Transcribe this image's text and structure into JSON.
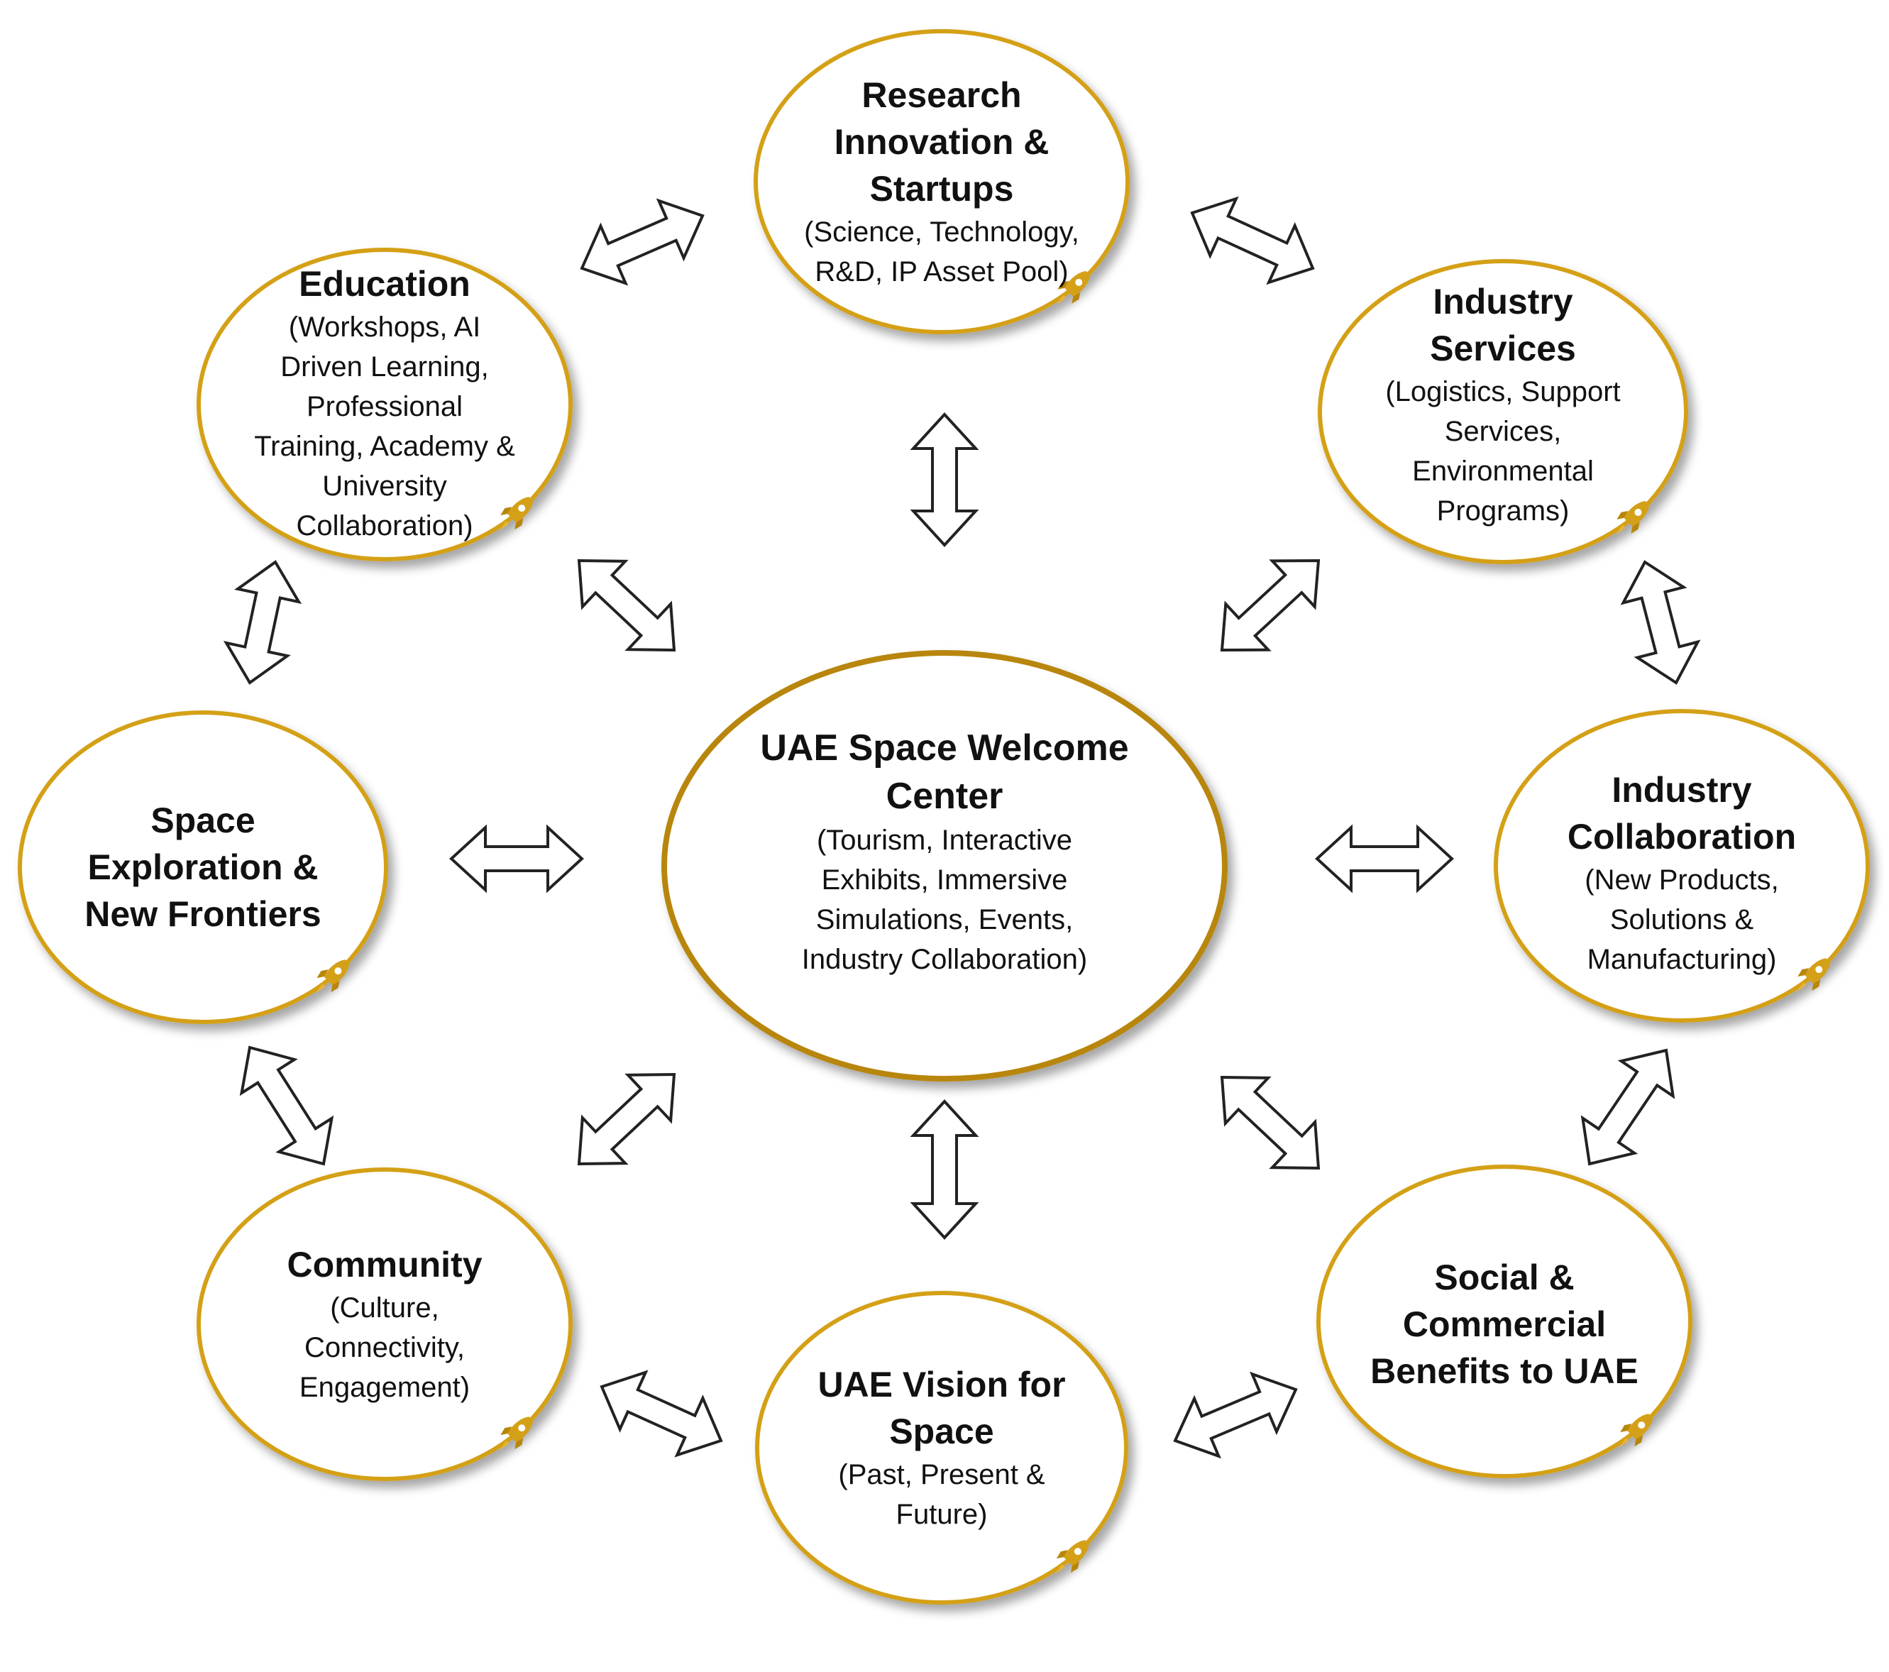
{
  "colors": {
    "ring": "#D4A017",
    "ring_dark": "#B8860B",
    "arrow_stroke": "#222222",
    "arrow_fill": "#ffffff",
    "rocket": "#D4A017"
  },
  "icon": "rocket-icon",
  "center": {
    "title": "UAE Space Welcome Center",
    "subtitle": "(Tourism, Interactive Exhibits, Immersive Simulations, Events, Industry Collaboration)"
  },
  "nodes": {
    "research": {
      "title": "Research Innovation & Startups",
      "subtitle": "(Science, Technology, R&D, IP Asset Pool)"
    },
    "industry_services": {
      "title": "Industry Services",
      "subtitle": "(Logistics, Support Services, Environmental Programs)"
    },
    "industry_collaboration": {
      "title": "Industry Collaboration",
      "subtitle": "(New Products, Solutions & Manufacturing)"
    },
    "social_commercial": {
      "title": "Social & Commercial Benefits to UAE",
      "subtitle": ""
    },
    "uae_vision": {
      "title": "UAE Vision for Space",
      "subtitle": "(Past, Present & Future)"
    },
    "community": {
      "title": "Community",
      "subtitle": "(Culture, Connectivity, Engagement)"
    },
    "space_exploration": {
      "title": "Space Exploration & New Frontiers",
      "subtitle": ""
    },
    "education": {
      "title": "Education",
      "subtitle": "(Workshops, AI Driven Learning, Professional Training, Academy & University Collaboration)"
    }
  }
}
